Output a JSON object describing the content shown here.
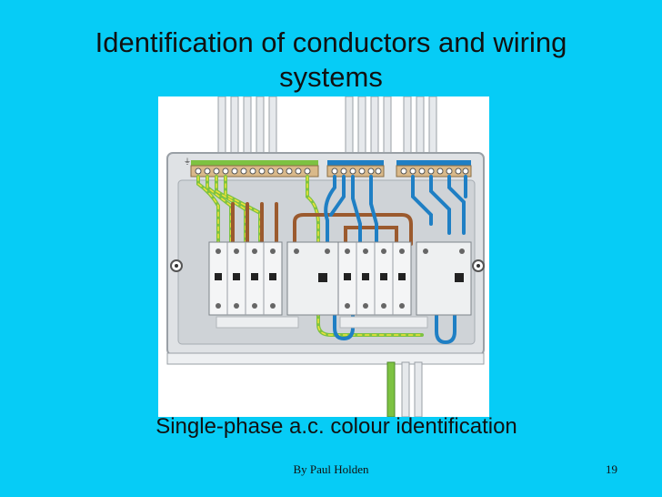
{
  "slide": {
    "title_line1": "Identification of conductors and wiring",
    "title_line2": "systems",
    "caption": "Single-phase a.c. colour identification",
    "author": "By Paul Holden",
    "page_number": "19"
  },
  "colors": {
    "background": "#06ccf6",
    "earth_green": "#7dc242",
    "earth_yellow": "#f3e33a",
    "live_brown": "#9b5a2e",
    "neutral_blue": "#1f7fc4",
    "enclosure": "#d6dadd"
  },
  "labels": {
    "earth_bar_symbol": "⏚"
  }
}
